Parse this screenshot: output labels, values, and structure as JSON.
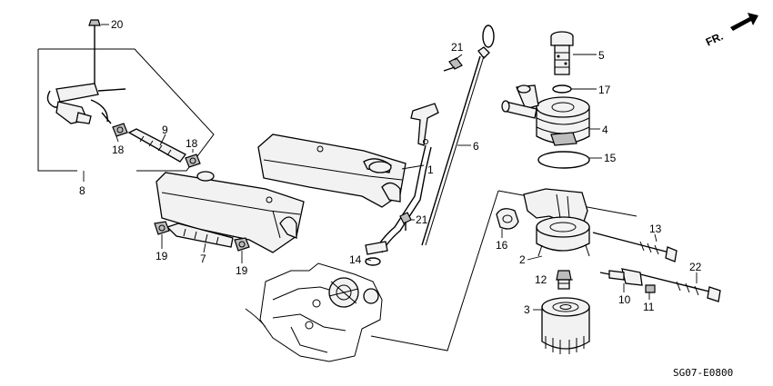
{
  "diagram": {
    "drawing_code": "SG07-E0800",
    "direction_label": "FR.",
    "callouts": [
      {
        "id": "c1",
        "label": "1"
      },
      {
        "id": "c2",
        "label": "2"
      },
      {
        "id": "c3",
        "label": "3"
      },
      {
        "id": "c4",
        "label": "4"
      },
      {
        "id": "c5",
        "label": "5"
      },
      {
        "id": "c6",
        "label": "6"
      },
      {
        "id": "c7",
        "label": "7"
      },
      {
        "id": "c8",
        "label": "8"
      },
      {
        "id": "c9",
        "label": "9"
      },
      {
        "id": "c10",
        "label": "10"
      },
      {
        "id": "c11",
        "label": "11"
      },
      {
        "id": "c12",
        "label": "12"
      },
      {
        "id": "c13",
        "label": "13"
      },
      {
        "id": "c14",
        "label": "14"
      },
      {
        "id": "c15",
        "label": "15"
      },
      {
        "id": "c16",
        "label": "16"
      },
      {
        "id": "c17",
        "label": "17"
      },
      {
        "id": "c18a",
        "label": "18"
      },
      {
        "id": "c18b",
        "label": "18"
      },
      {
        "id": "c19a",
        "label": "19"
      },
      {
        "id": "c19b",
        "label": "19"
      },
      {
        "id": "c20",
        "label": "20"
      },
      {
        "id": "c21a",
        "label": "21"
      },
      {
        "id": "c21b",
        "label": "21"
      },
      {
        "id": "c22",
        "label": "22"
      }
    ]
  }
}
